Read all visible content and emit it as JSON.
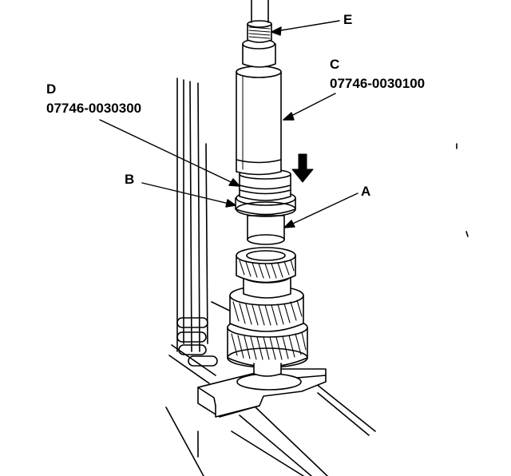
{
  "labels": {
    "e": {
      "letter": "E"
    },
    "c": {
      "letter": "C",
      "part_number": "07746-0030100"
    },
    "d": {
      "letter": "D",
      "part_number": "07746-0030300"
    },
    "b": {
      "letter": "B"
    },
    "a": {
      "letter": "A"
    }
  },
  "colors": {
    "ink": "#000000",
    "paper": "#ffffff"
  },
  "icons": {
    "press_direction": "arrow-down-icon"
  }
}
